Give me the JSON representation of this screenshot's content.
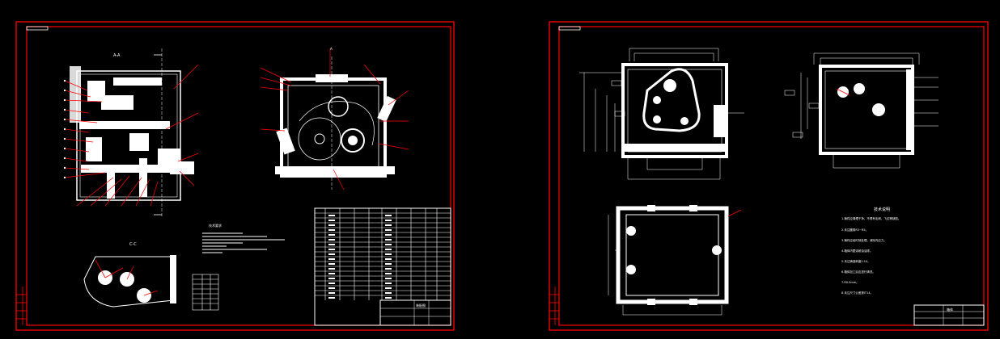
{
  "sheets": [
    {
      "name": "assembly-drawing",
      "view_label_top": "A-A",
      "view_label_bottom": "C-C",
      "notes_heading": "技术要求",
      "title_block_text": "装配图"
    },
    {
      "name": "housing-part-drawing",
      "notes_heading": "技术说明",
      "notes_lines": [
        "1.铸件应清理干净，不得有毛刺、飞边等缺陷。",
        "2.未注圆角R3~R5。",
        "3.铸件应经时效处理，消除内应力。",
        "4.箱体内壁涂耐油油漆。",
        "5.未注铸造斜度1:10。",
        "6.箱体加工后应进行清洗。",
        "7.R0.5mm。",
        "8.未注尺寸公差按IT14。"
      ],
      "title_block_text": "箱体"
    }
  ],
  "colors": {
    "background": "#000000",
    "border": "#ff0000",
    "geometry": "#ffffff"
  }
}
